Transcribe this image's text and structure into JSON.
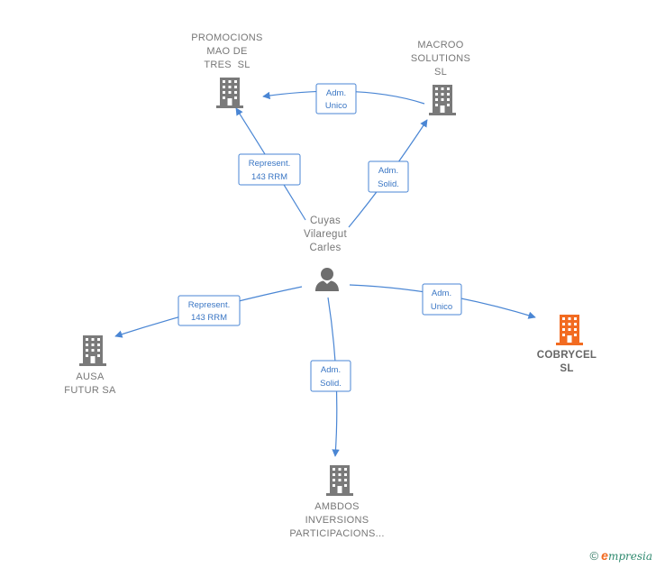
{
  "nodes": {
    "promocions": {
      "lines": [
        "PROMOCIONS",
        "MAO DE",
        "TRES  SL"
      ]
    },
    "macroo": {
      "lines": [
        "MACROO",
        "SOLUTIONS",
        "SL"
      ]
    },
    "person": {
      "lines": [
        "Cuyas",
        "Vilaregut",
        "Carles"
      ]
    },
    "ausa": {
      "lines": [
        "AUSA",
        "FUTUR SA"
      ]
    },
    "cobrycel": {
      "lines": [
        "COBRYCEL",
        "SL"
      ]
    },
    "ambdos": {
      "lines": [
        "AMBDOS",
        "INVERSIONS",
        "PARTICIPACIONS..."
      ]
    }
  },
  "edges": [
    {
      "id": "macroo-promocions",
      "label": [
        "Adm.",
        "Unico"
      ]
    },
    {
      "id": "person-promocions",
      "label": [
        "Represent.",
        "143 RRM"
      ]
    },
    {
      "id": "person-macroo",
      "label": [
        "Adm.",
        "Solid."
      ]
    },
    {
      "id": "person-ausa",
      "label": [
        "Represent.",
        "143 RRM"
      ]
    },
    {
      "id": "person-cobrycel",
      "label": [
        "Adm.",
        "Unico"
      ]
    },
    {
      "id": "person-ambdos",
      "label": [
        "Adm.",
        "Solid."
      ]
    }
  ],
  "colors": {
    "edge": "#4a86d4",
    "company_icon": "#7a7a7a",
    "highlight_icon": "#f26b21",
    "person_icon": "#6e6e6e"
  },
  "footer": {
    "copyright_symbol": "©",
    "brand_initial": "e",
    "brand_rest": "mpresia"
  }
}
